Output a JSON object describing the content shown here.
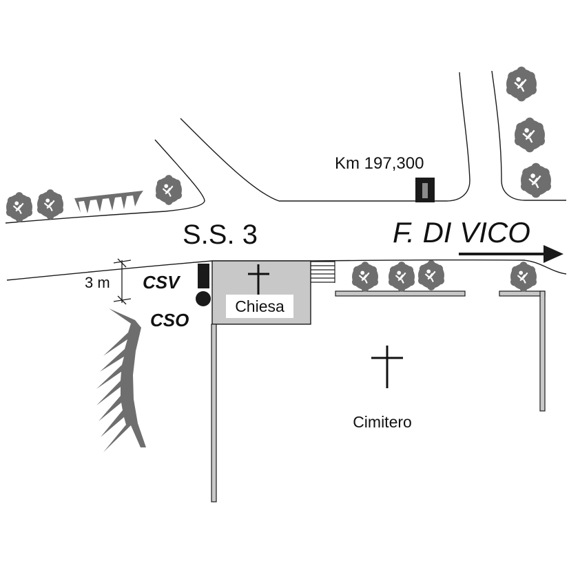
{
  "map": {
    "road_name": "S.S. 3",
    "direction_label": "F. DI VICO",
    "kilometer_marker": "Km 197,300",
    "spring_labels": {
      "csv": "CSV",
      "cso": "CSO"
    },
    "distance_label": "3 m",
    "church_label": "Chiesa",
    "cemetery_label": "Cimitero"
  },
  "colors": {
    "line": "#1a1a1a",
    "building_fill": "#c8c8c8",
    "wall_fill": "#c8c8c8",
    "tree_fill": "#6e6e6e",
    "marker_fill": "#1a1a1a"
  },
  "icons": [
    "tree-icon",
    "cross-icon",
    "direction-arrow-icon",
    "kilometer-stone-icon",
    "spring-marker-icon"
  ]
}
